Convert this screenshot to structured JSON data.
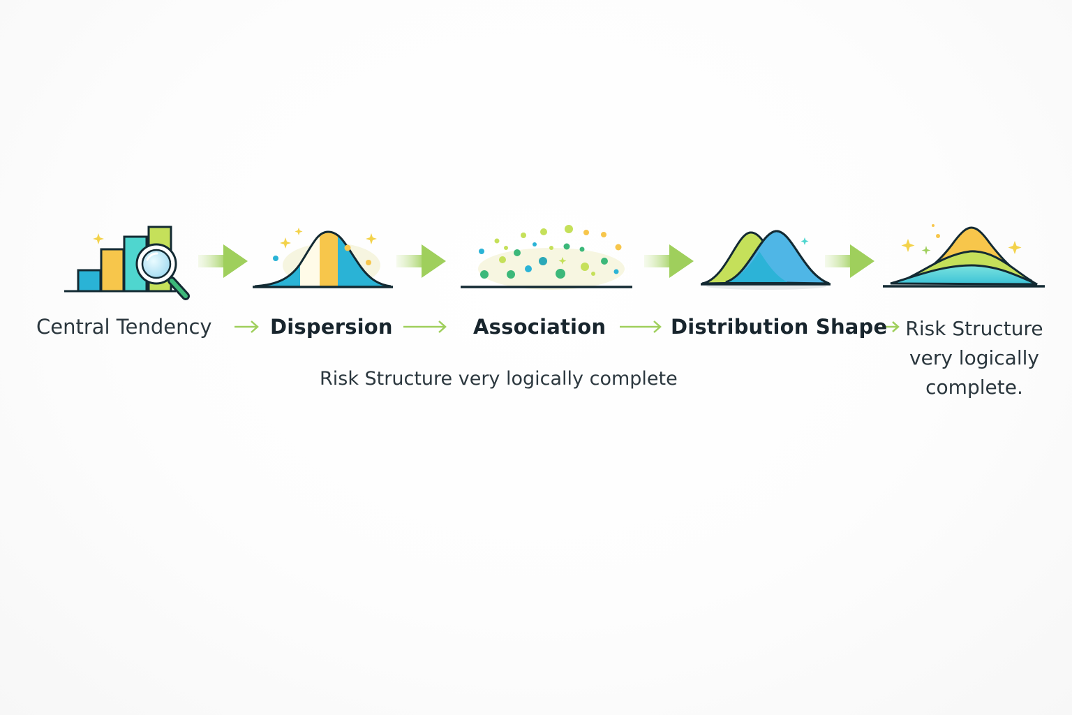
{
  "steps": [
    {
      "id": "central",
      "label": "Central Tendency"
    },
    {
      "id": "dispersion",
      "label": "Dispersion"
    },
    {
      "id": "association",
      "label": "Association"
    },
    {
      "id": "distribution",
      "label": "Distribution Shape"
    },
    {
      "id": "risk",
      "label": "Risk Structure very logically complete."
    }
  ],
  "caption": "Risk Structure very logically complete",
  "colors": {
    "blue": "#2ab3d6",
    "yellow": "#f7c64b",
    "teal": "#4fd6cf",
    "lime": "#c5e05a",
    "green": "#8bc34a",
    "ink": "#132a33",
    "cream": "#f7f5dc"
  },
  "icons": [
    "bar-chart-magnifier-icon",
    "bell-curve-icon",
    "scatter-dots-icon",
    "overlapping-curves-icon",
    "layered-mountains-icon"
  ]
}
